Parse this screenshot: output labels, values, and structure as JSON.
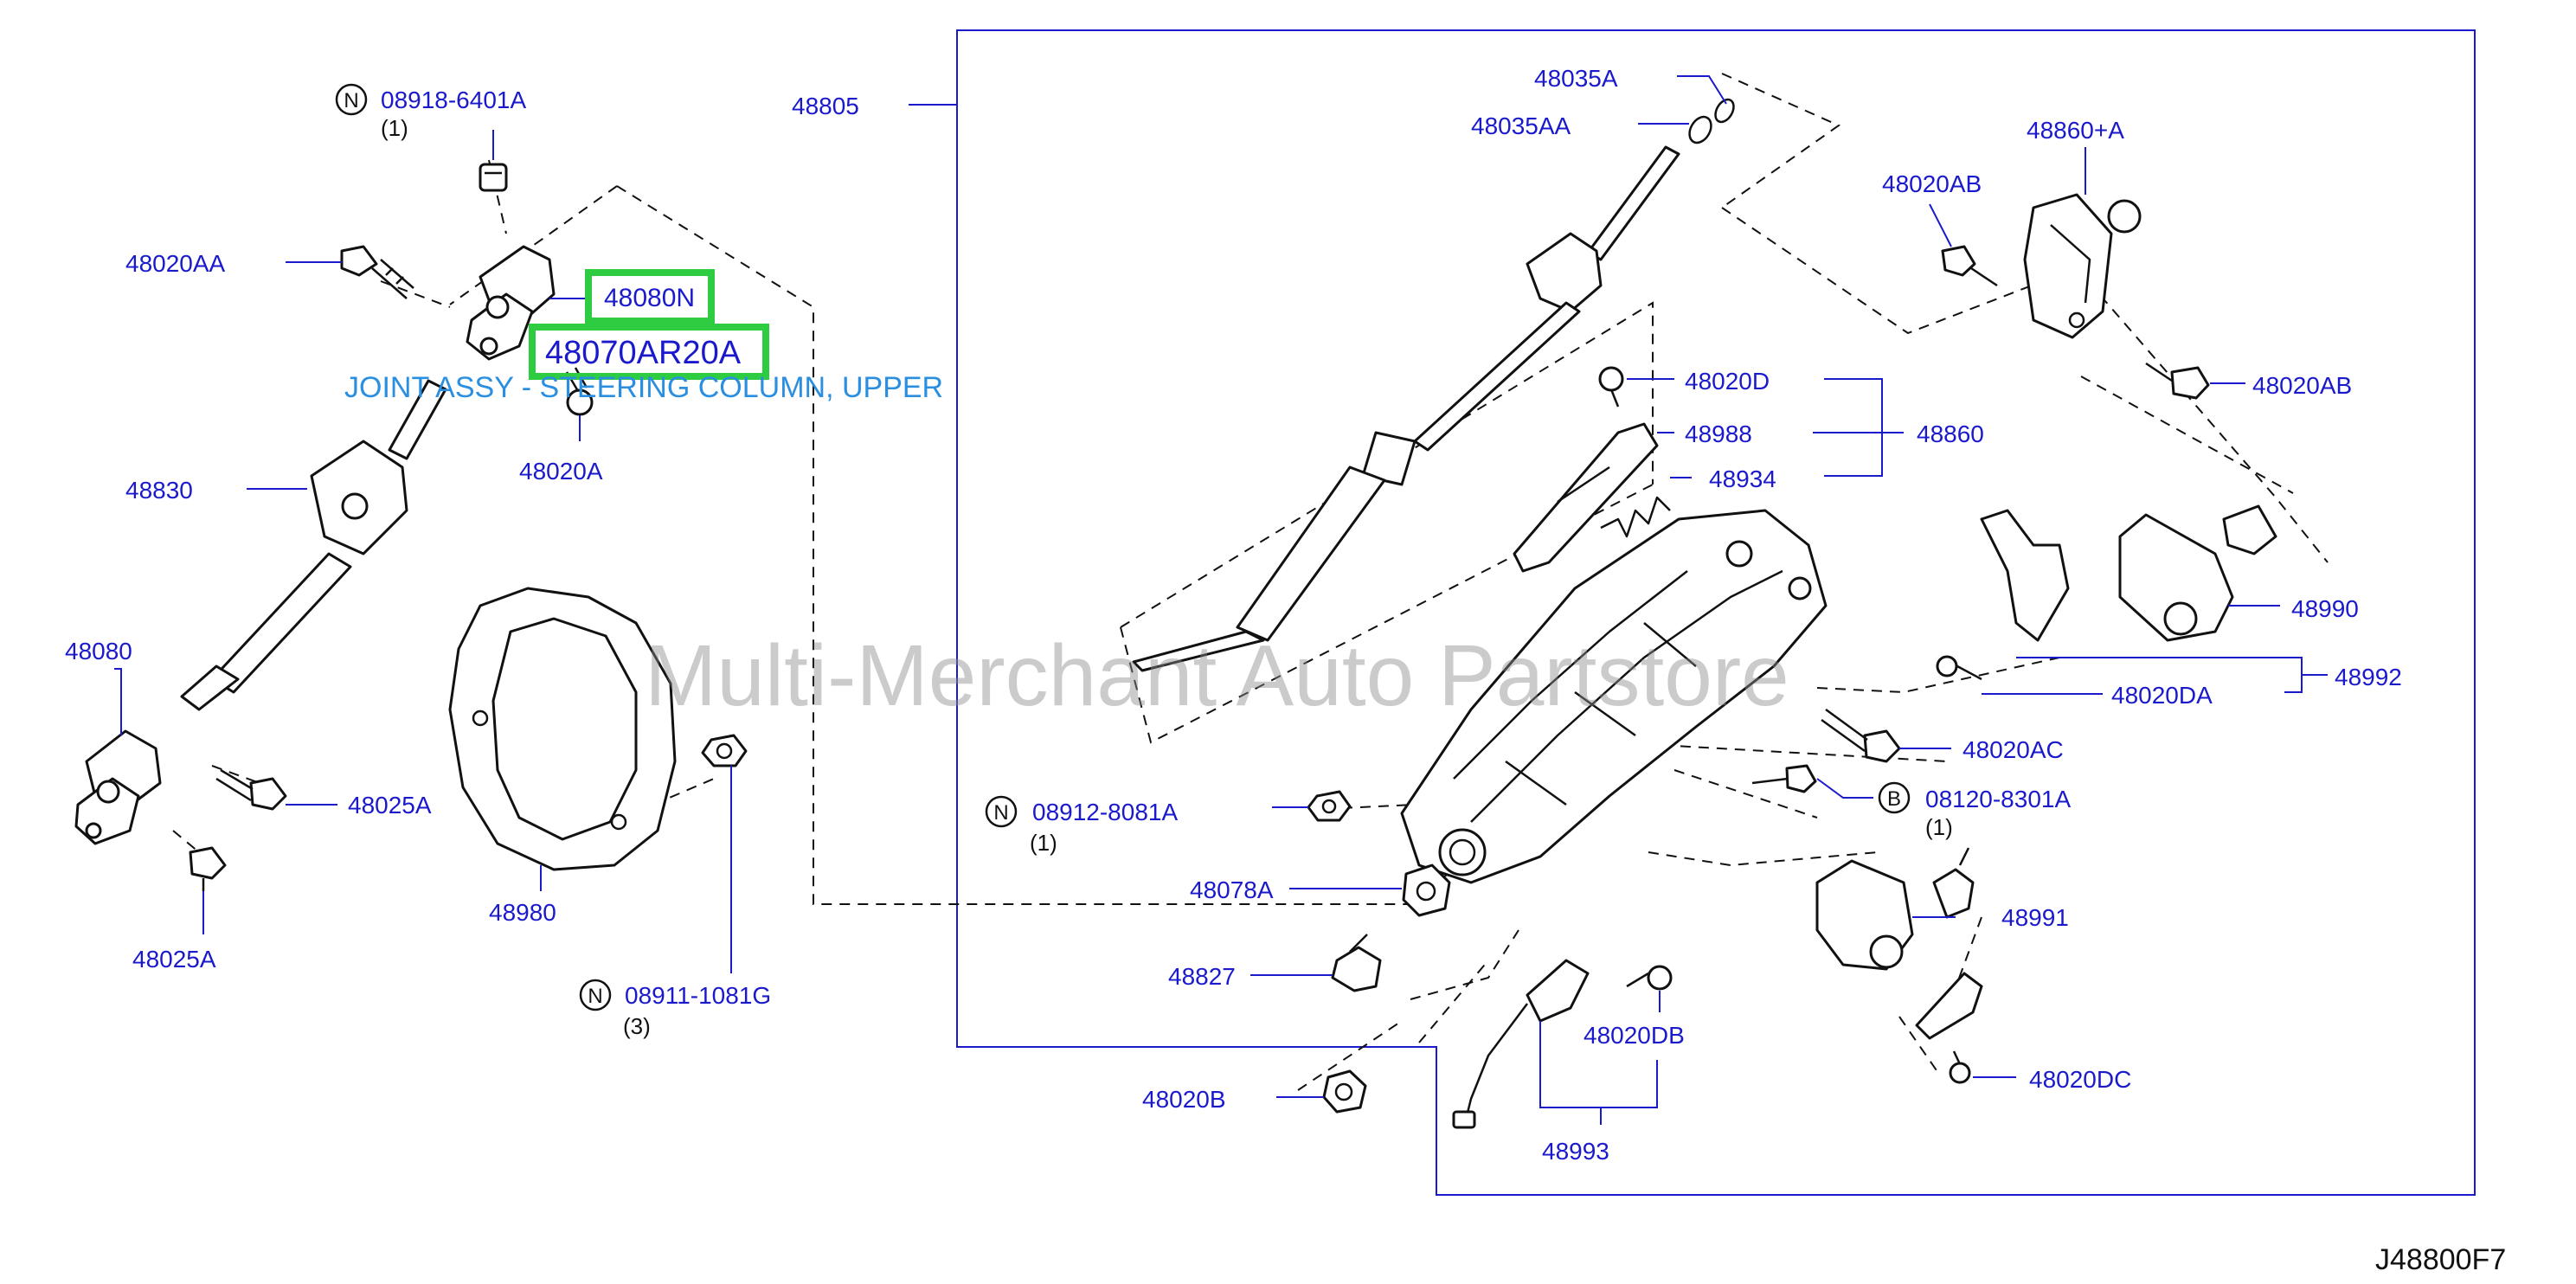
{
  "watermark": "Multi-Merchant Auto Partstore",
  "diagram_ref": "J48800F7",
  "highlight": {
    "part_a": "48080N",
    "part_b": "48070AR20A",
    "description": "JOINT ASSY - STEERING COLUMN, UPPER"
  },
  "labels": {
    "n_08918": "08918-6401A",
    "q_08918": "(1)",
    "p48020AA": "48020AA",
    "p48020A": "48020A",
    "p48830": "48830",
    "p48080": "48080",
    "p48025A_1": "48025A",
    "p48025A_2": "48025A",
    "p48980": "48980",
    "n_08911": "08911-1081G",
    "q_08911": "(3)",
    "p48805": "48805",
    "p48035A": "48035A",
    "p48035AA": "48035AA",
    "p48860A": "48860+A",
    "p48020AB_1": "48020AB",
    "p48020AB_2": "48020AB",
    "p48020D": "48020D",
    "p48988": "48988",
    "p48860": "48860",
    "p48934": "48934",
    "p48990": "48990",
    "p48020DA": "48020DA",
    "p48992": "48992",
    "p48020AC": "48020AC",
    "b_08120": "08120-8301A",
    "q_08120": "(1)",
    "n_08912": "08912-8081A",
    "q_08912": "(1)",
    "p48078A": "48078A",
    "p48991": "48991",
    "p48827": "48827",
    "p48020DB": "48020DB",
    "p48020DC": "48020DC",
    "p48020B": "48020B",
    "p48993": "48993"
  },
  "symbols": {
    "n": "N",
    "b": "B"
  }
}
